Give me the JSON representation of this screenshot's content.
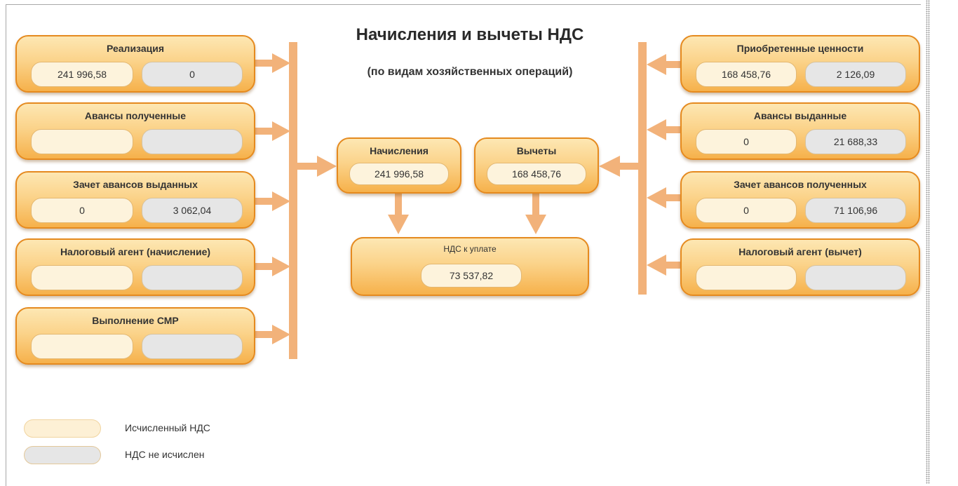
{
  "page": {
    "title": "Начисления и вычеты НДС",
    "subtitle": "(по видам хозяйственных операций)"
  },
  "left_blocks": [
    {
      "label": "Реализация",
      "calculated": "241 996,58",
      "not_calculated": "0"
    },
    {
      "label": "Авансы полученные",
      "calculated": "",
      "not_calculated": ""
    },
    {
      "label": "Зачет авансов выданных",
      "calculated": "0",
      "not_calculated": "3 062,04"
    },
    {
      "label": "Налоговый агент (начисление)",
      "calculated": "",
      "not_calculated": ""
    },
    {
      "label": "Выполнение СМР",
      "calculated": "",
      "not_calculated": ""
    }
  ],
  "right_blocks": [
    {
      "label": "Приобретенные ценности",
      "calculated": "168 458,76",
      "not_calculated": "2 126,09"
    },
    {
      "label": "Авансы выданные",
      "calculated": "0",
      "not_calculated": "21 688,33"
    },
    {
      "label": "Зачет авансов полученных",
      "calculated": "0",
      "not_calculated": "71 106,96"
    },
    {
      "label": "Налоговый агент (вычет)",
      "calculated": "",
      "not_calculated": ""
    }
  ],
  "center": {
    "accruals": {
      "label": "Начисления",
      "value": "241 996,58"
    },
    "deductions": {
      "label": "Вычеты",
      "value": "168 458,76"
    },
    "payable": {
      "label": "НДС к уплате",
      "value": "73 537,82"
    }
  },
  "legend": {
    "calculated": "Исчисленный НДС",
    "not_calculated": "НДС не исчислен"
  },
  "colors": {
    "accent_orange": "#e58a1f",
    "arrow": "#f2b27a",
    "calculated_field": "#fdf3dc",
    "not_calculated_field": "#e6e6e6"
  }
}
